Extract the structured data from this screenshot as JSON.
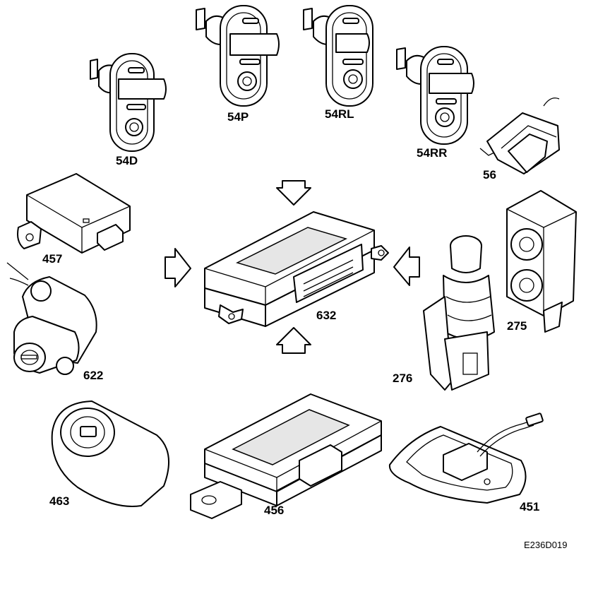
{
  "labels": {
    "p54d": "54D",
    "p54p": "54P",
    "p54rl": "54RL",
    "p54rr": "54RR",
    "p56": "56",
    "p457": "457",
    "p632": "632",
    "p275": "275",
    "p622": "622",
    "p276": "276",
    "p463": "463",
    "p456": "456",
    "p451": "451"
  },
  "figure_code": "E236D019"
}
